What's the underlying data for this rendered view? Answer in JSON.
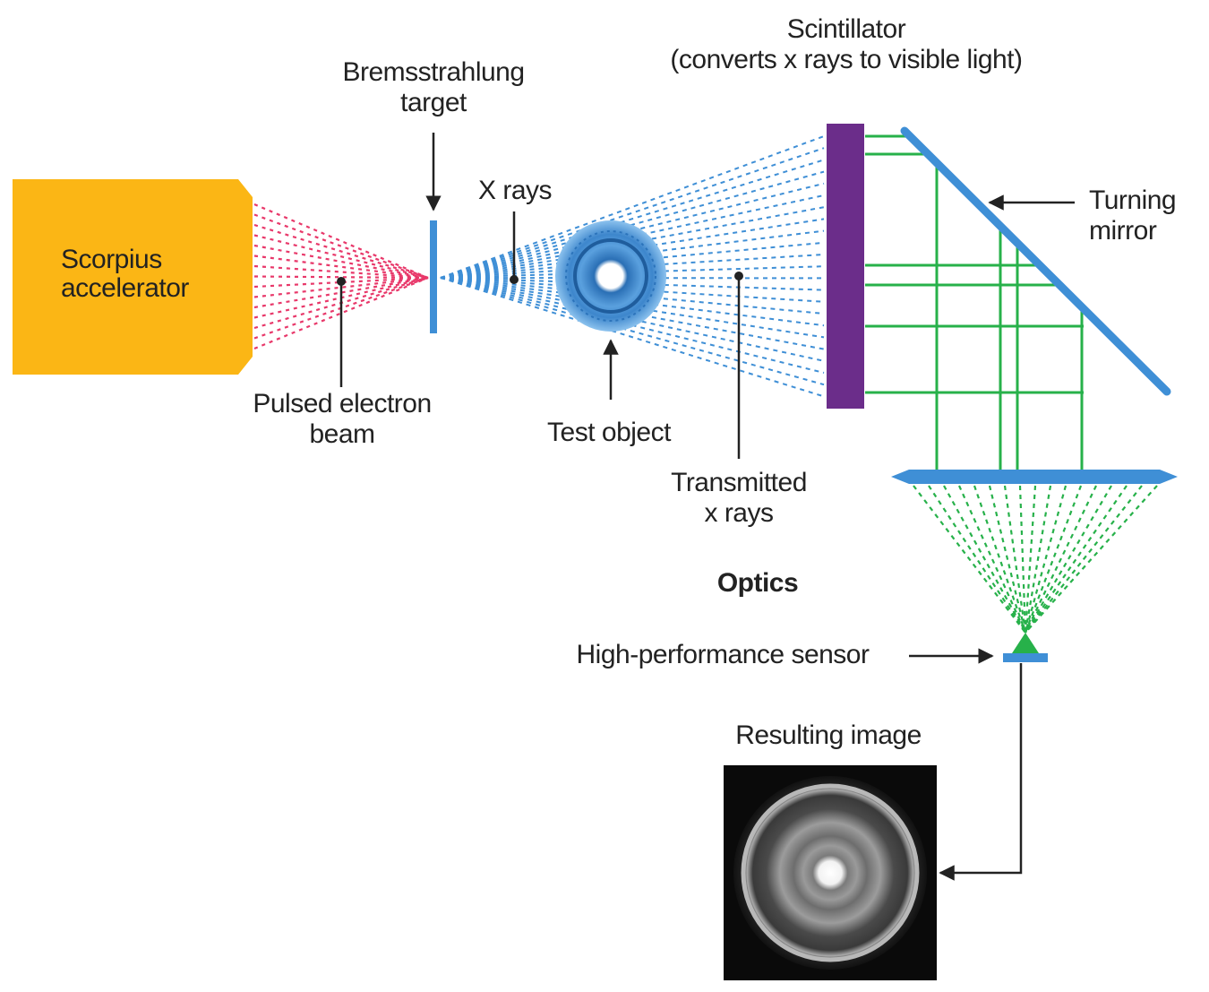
{
  "labels": {
    "accelerator": "Scorpius\naccelerator",
    "bremsstrahlung": "Bremsstrahlung\ntarget",
    "xrays": "X rays",
    "scintillator": "Scintillator\n(converts x rays to visible light)",
    "turning_mirror": "Turning\nmirror",
    "pulsed_beam": "Pulsed electron\nbeam",
    "test_object": "Test object",
    "transmitted": "Transmitted\nx rays",
    "optics": "Optics",
    "sensor": "High-performance sensor",
    "resulting_image": "Resulting image"
  },
  "colors": {
    "accelerator": "#fbb615",
    "electron_beam": "#e8386a",
    "xray": "#3f8fd6",
    "scintillator": "#6b2d8a",
    "light": "#27b14a",
    "mirror": "#3f8fd6",
    "text": "#222222"
  }
}
